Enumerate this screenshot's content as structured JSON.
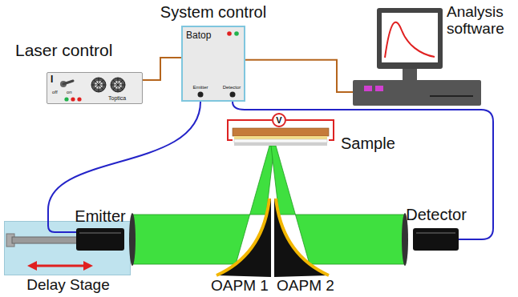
{
  "diagram": {
    "nodes": [
      {
        "text": [
          "Laser control",
          "I",
          "off",
          "on",
          "Toptica"
        ]
      },
      {
        "text": [
          "System control",
          "Batop",
          "Emitter",
          "Detector"
        ]
      },
      {
        "text": [
          "Analysis software"
        ]
      },
      {
        "text": [
          "Delay Stage"
        ]
      },
      {
        "text": [
          "Emitter"
        ],
        "in": 3
      },
      {
        "text": [
          "Detector"
        ]
      },
      {
        "text": [
          "V"
        ]
      },
      {
        "text": [
          "Sample"
        ]
      },
      {
        "text": [
          "OAPM 1"
        ]
      },
      {
        "text": [
          "OAPM 2"
        ]
      }
    ],
    "edges": [
      {
        "from": 0,
        "to": 1,
        "arrow": "none"
      },
      {
        "from": 1,
        "to": 2,
        "arrow": "none"
      },
      {
        "from": 1,
        "to": 4,
        "arrow": "none"
      },
      {
        "from": 1,
        "to": 5,
        "arrow": "none"
      },
      {
        "from": 6,
        "to": 7,
        "arrow": "none"
      },
      {
        "from": 6,
        "to": 7,
        "arrow": "none"
      }
    ]
  }
}
